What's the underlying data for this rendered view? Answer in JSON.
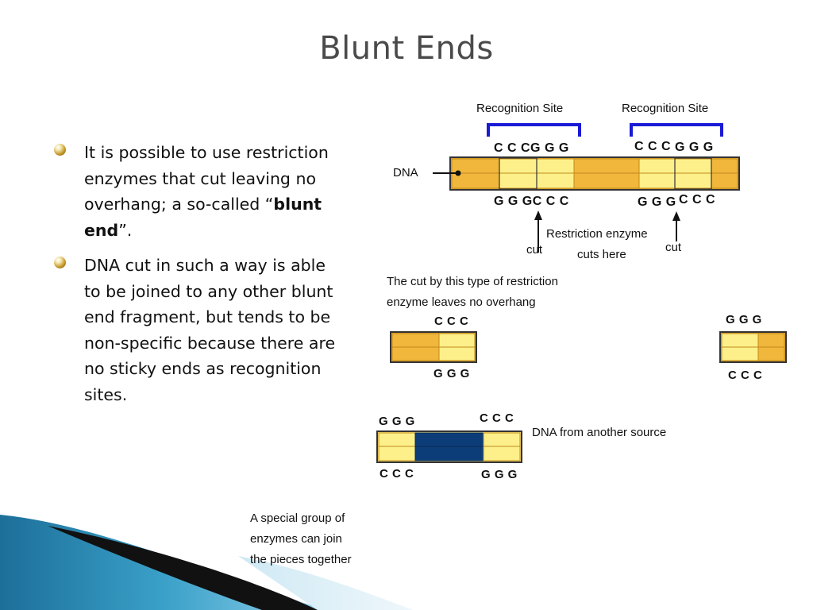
{
  "slide": {
    "title": "Blunt Ends",
    "bullets": [
      {
        "pre": "It is possible to use restriction enzymes that cut leaving no overhang; a so-called “",
        "bold": "blunt end",
        "post": "”."
      },
      {
        "text": "DNA cut in such a way is able to be joined to any other blunt end fragment, but tends to be non-specific because there are no sticky ends as recognition sites."
      }
    ]
  },
  "diagram": {
    "recognition_site_1": "Recognition Site",
    "recognition_site_2": "Recognition Site",
    "dna_label": "DNA",
    "top_seq_1": "C C CG G G",
    "top_seq_2a": "C C C",
    "top_seq_2b": "G G G",
    "bottom_seq_1": "G G GC C C",
    "bottom_seq_2a": "G G G",
    "bottom_seq_2b": "C C C",
    "cut_left": "cut",
    "cut_right": "cut",
    "enzyme_label_1": "Restriction enzyme",
    "enzyme_label_2": "cuts here",
    "note_1_line1": "The cut by this type of restriction",
    "note_1_line2": "enzyme leaves no overhang",
    "frag_left_top": "C C C",
    "frag_left_bottom": "G G G",
    "frag_right_top": "G G G",
    "frag_right_bottom": "C C C",
    "joined_top_left": "G G G",
    "joined_top_right": "C C C",
    "joined_bottom_left": "C C C",
    "joined_bottom_right": "G G G",
    "other_source_label": "DNA from another source",
    "note_2_line1": "A special group of",
    "note_2_line2": "enzymes can join",
    "note_2_line3": "the pieces together"
  },
  "colors": {
    "dna_orange": "#f0b73c",
    "dna_yellow": "#fdf08a",
    "foreign_dna": "#0d3d78",
    "bracket_blue": "#1a1ad6",
    "title_gray": "#4a4a4a"
  }
}
